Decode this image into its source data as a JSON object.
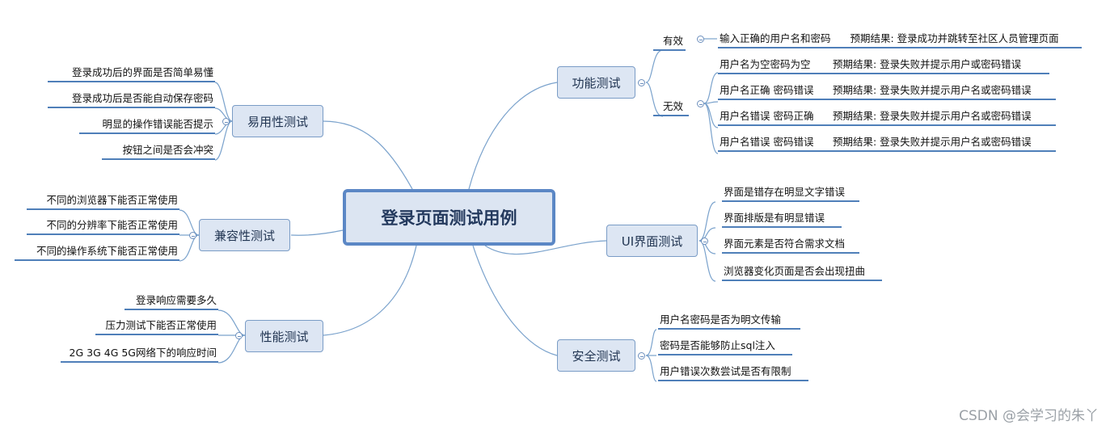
{
  "root": {
    "label": "登录页面测试用例"
  },
  "branches": {
    "functional": {
      "label": "功能测试",
      "valid": {
        "label": "有效",
        "cases": [
          {
            "input": "输入正确的用户名和密码",
            "expected": "预期结果: 登录成功并跳转至社区人员管理页面"
          }
        ]
      },
      "invalid": {
        "label": "无效",
        "cases": [
          {
            "input": "用户名为空密码为空",
            "expected": "预期结果: 登录失败并提示用户或密码错误"
          },
          {
            "input": "用户名正确 密码错误",
            "expected": "预期结果: 登录失败并提示用户名或密码错误"
          },
          {
            "input": "用户名错误 密码正确",
            "expected": "预期结果: 登录失败并提示用户名或密码错误"
          },
          {
            "input": "用户名错误 密码错误",
            "expected": "预期结果: 登录失败并提示用户名或密码错误"
          }
        ]
      }
    },
    "ui": {
      "label": "UI界面测试",
      "items": [
        "界面是错存在明显文字错误",
        "界面排版是有明显错误",
        "界面元素是否符合需求文档",
        "浏览器变化页面是否会出现扭曲"
      ]
    },
    "security": {
      "label": "安全测试",
      "items": [
        "用户名密码是否为明文传输",
        "密码是否能够防止sql注入",
        "用户错误次数尝试是否有限制"
      ]
    },
    "usability": {
      "label": "易用性测试",
      "items": [
        "登录成功后的界面是否简单易懂",
        "登录成功后是否能自动保存密码",
        "明显的操作错误能否提示",
        "按钮之间是否会冲突"
      ]
    },
    "compatibility": {
      "label": "兼容性测试",
      "items": [
        "不同的浏览器下能否正常使用",
        "不同的分辨率下能否正常使用",
        "不同的操作系统下能否正常使用"
      ]
    },
    "performance": {
      "label": "性能测试",
      "items": [
        "登录响应需要多久",
        "压力测试下能否正常使用",
        "2G 3G 4G 5G网络下的响应时间"
      ]
    }
  },
  "watermark": "CSDN @会学习的朱丫",
  "colors": {
    "line": "#7aa2cc",
    "underline": "#4f7fb9",
    "node_fill": "#dde6f3",
    "root_border": "#5b87c5"
  }
}
